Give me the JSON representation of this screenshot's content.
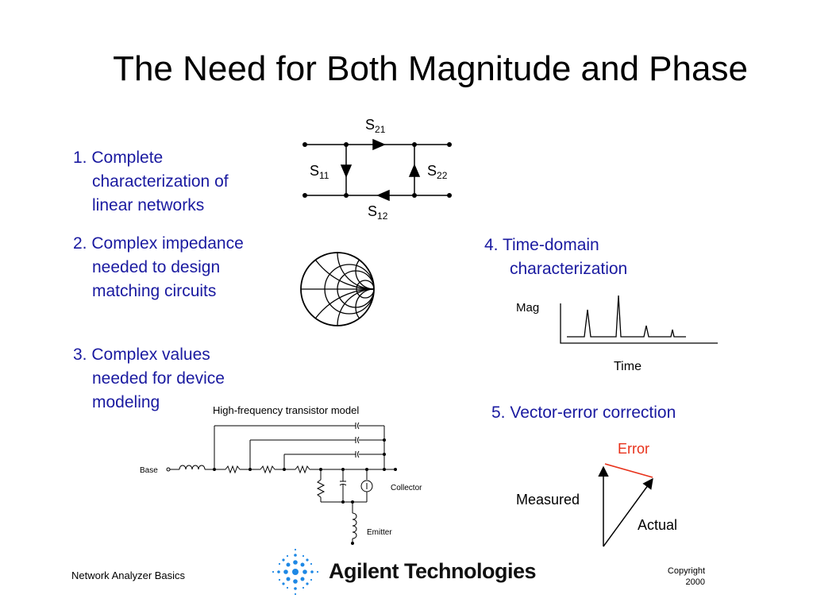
{
  "slide": {
    "title": "The Need for Both Magnitude and Phase",
    "items": [
      {
        "line1": "1. Complete",
        "rest": [
          "characterization of",
          "linear networks"
        ]
      },
      {
        "line1": "2. Complex impedance",
        "rest": [
          "needed to design",
          "matching circuits"
        ]
      },
      {
        "line1": "3. Complex values",
        "rest": [
          "needed for device",
          "modeling"
        ]
      },
      {
        "line1": "4. Time-domain",
        "rest": [
          "characterization"
        ]
      },
      {
        "line1": "5. Vector-error correction",
        "rest": []
      }
    ],
    "sparams": {
      "s21": "21",
      "s11": "11",
      "s22": "22",
      "s12": "12",
      "letter": "S"
    },
    "time_domain": {
      "ylabel": "Mag",
      "xlabel": "Time"
    },
    "transistor": {
      "title": "High-frequency transistor model",
      "base": "Base",
      "collector": "Collector",
      "emitter": "Emitter"
    },
    "vector": {
      "error": "Error",
      "measured": "Measured",
      "actual": "Actual"
    },
    "footer": {
      "left": "Network Analyzer Basics",
      "brand": "Agilent Technologies",
      "copyright_1": "Copyright",
      "copyright_2": "2000"
    },
    "colors": {
      "text_blue": "#1a1aa0",
      "error_red": "#e8311a",
      "brand_blue": "#1e88e5"
    }
  }
}
